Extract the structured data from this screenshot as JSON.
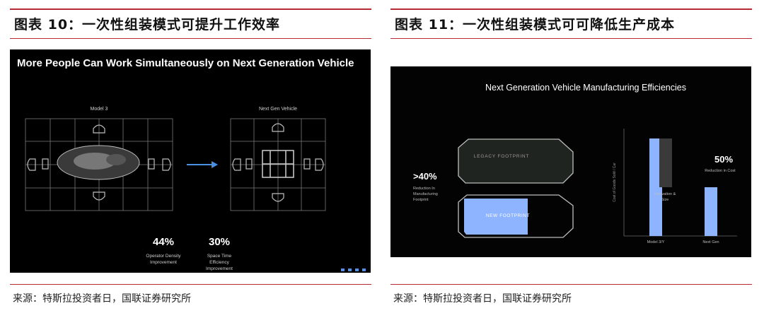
{
  "left_figure": {
    "title": "图表 10：一次性组装模式可提升工作效率",
    "source": "来源：特斯拉投资者日，国联证券研究所",
    "slide": {
      "headline": "More People Can Work Simultaneously on Next Generation Vehicle",
      "left_label": "Model 3",
      "right_label": "Next Gen Vehicle",
      "stats": [
        {
          "value": "44%",
          "label_line1": "Operator Density",
          "label_line2": "Improvement",
          "label_line3": ""
        },
        {
          "value": "30%",
          "label_line1": "Space Time",
          "label_line2": "Efficiency",
          "label_line3": "Improvement"
        }
      ],
      "arrow_color": "#4a90e2"
    }
  },
  "right_figure": {
    "title": "图表 11：一次性组装模式可可降低生产成本",
    "source": "来源：特斯拉投资者日，国联证券研究所",
    "slide": {
      "headline": "Next Generation Vehicle Manufacturing Efficiencies",
      "legacy_label": "LEGACY FOOTPRINT",
      "new_label": "NEW FOOTPRINT",
      "footprint_stat": {
        "value": ">40%",
        "line1": "Reduction In",
        "line2": "Manufacturing",
        "line3": "Footprint"
      },
      "cost_stat": {
        "value": "50%",
        "line1": "Reduction in Cost"
      },
      "y_axis_label": "Cost of Goods Sold / Car",
      "innovation_label_line1": "Innovation &",
      "innovation_label_line2": "Size",
      "bars": [
        {
          "category": "Model 3/Y",
          "relative_value": 1.0
        },
        {
          "category": "Innovation & Size",
          "relative_value": 0.5
        },
        {
          "category": "Next Gen",
          "relative_value": 0.5
        }
      ],
      "accent_color": "#8fb4ff",
      "gray_bar_color": "#3a3a3a"
    }
  }
}
